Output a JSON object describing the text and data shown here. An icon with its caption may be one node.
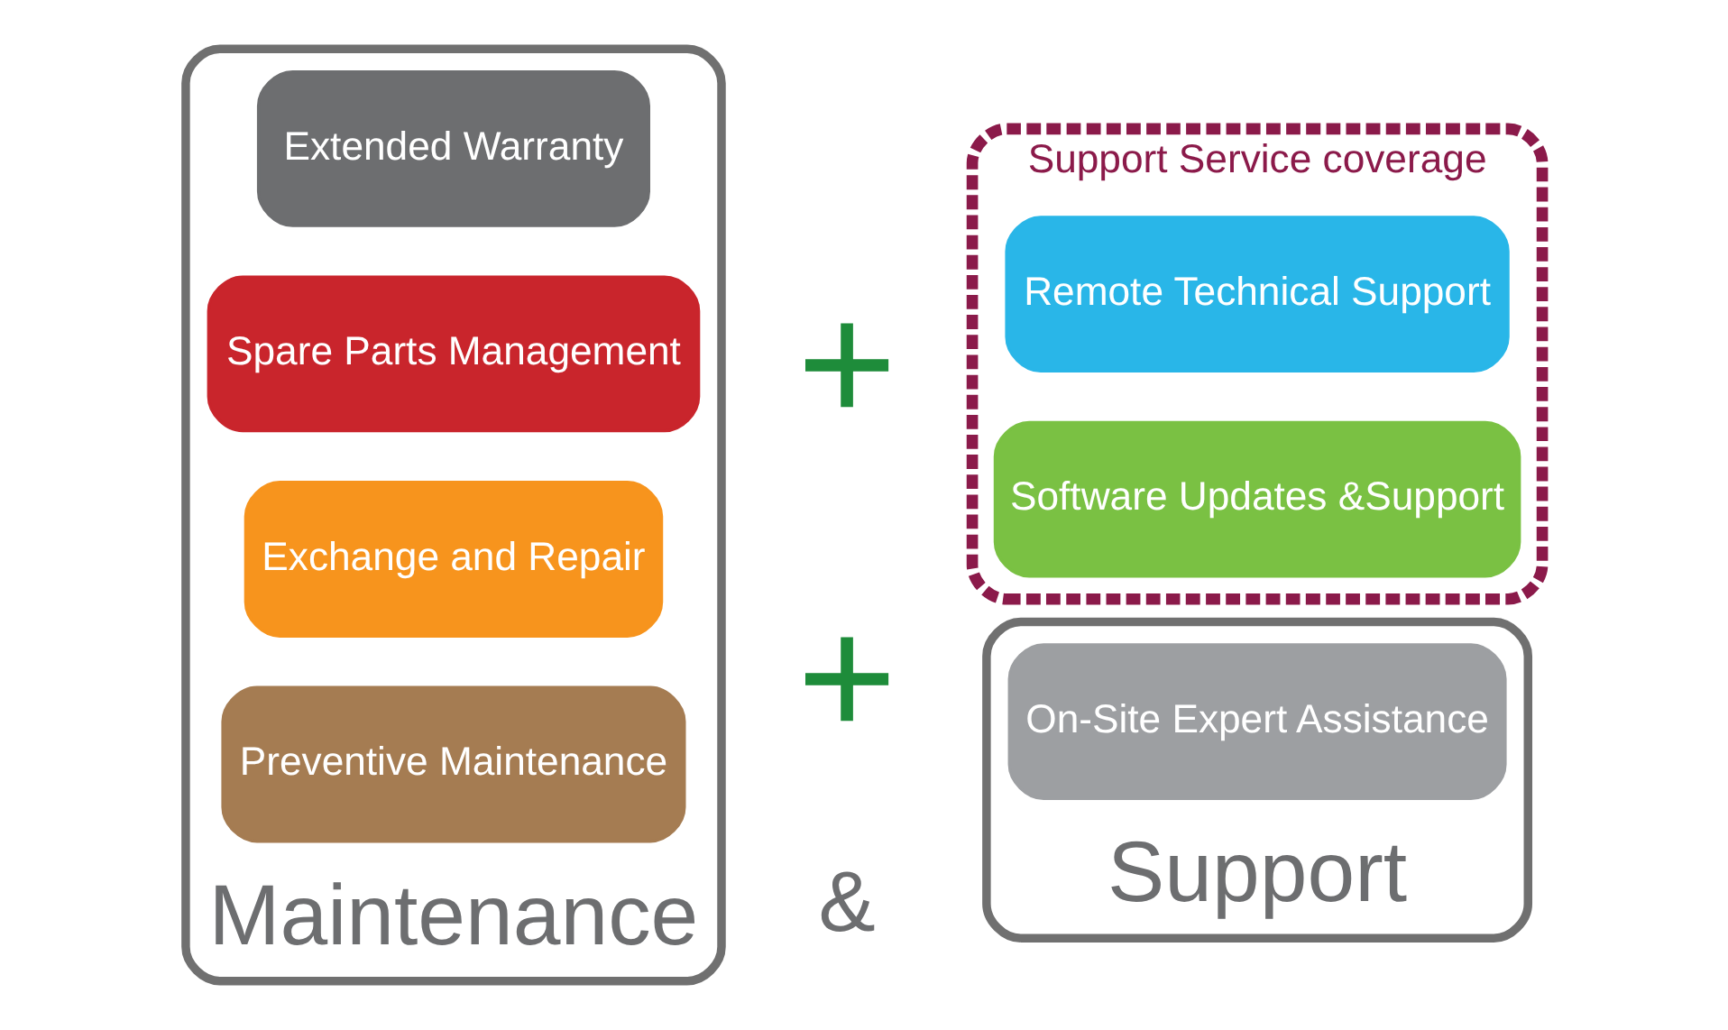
{
  "diagram": {
    "nodes": [
      {
        "text": [
          "Maintenance"
        ]
      },
      {
        "text": [
          "Exchange and Repair"
        ],
        "in": 0
      },
      {
        "text": [
          "Spare Parts Management"
        ],
        "in": 0
      },
      {
        "text": [
          "Extended Warranty"
        ],
        "in": 0
      },
      {
        "text": [
          "Preventive Maintenance"
        ],
        "in": 0
      },
      {
        "text": [
          "Support Service coverage"
        ]
      },
      {
        "text": [
          "Software Updates &Support"
        ],
        "in": 5
      },
      {
        "text": [
          "Remote Technical Support"
        ],
        "in": 5
      },
      {
        "text": [
          "Support"
        ]
      },
      {
        "text": [
          "On-Site Expert Assistance"
        ],
        "in": 8
      }
    ],
    "edges": [],
    "labels": [
      "+",
      "+",
      "&"
    ]
  }
}
